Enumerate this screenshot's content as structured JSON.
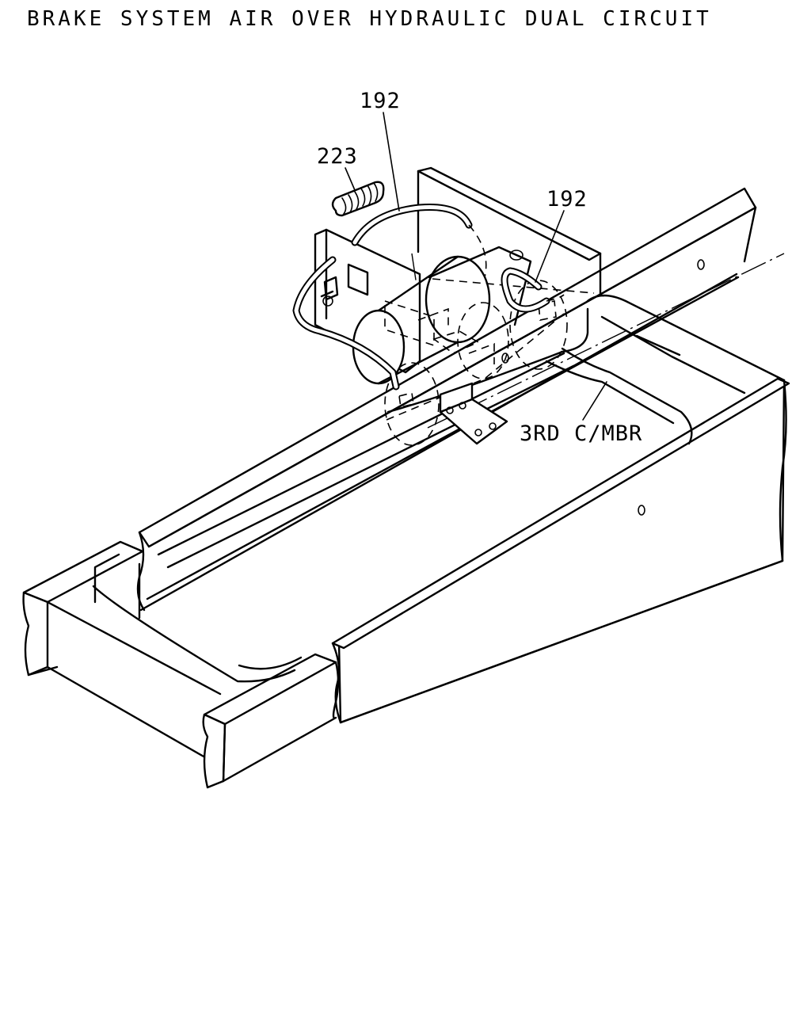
{
  "title": "BRAKE SYSTEM AIR OVER HYDRAULIC DUAL CIRCUIT",
  "callouts": {
    "hose_upper": "192",
    "fitting_spring": "223",
    "hose_lower": "192",
    "crossmember": "3RD C/MBR"
  }
}
